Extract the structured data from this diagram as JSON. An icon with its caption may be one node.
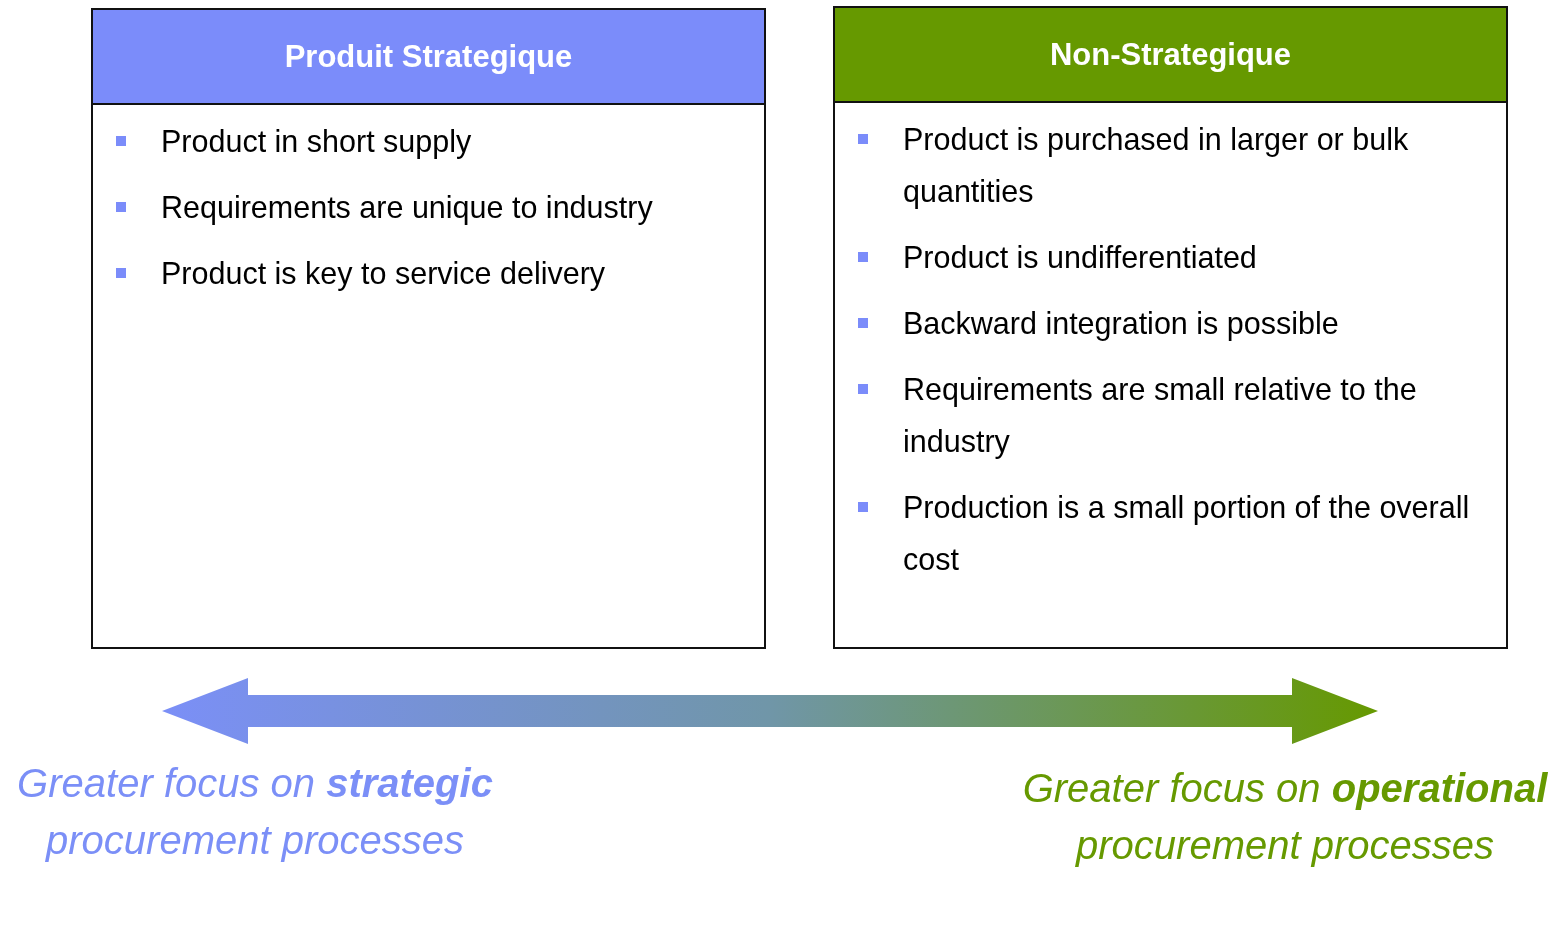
{
  "diagram": {
    "nodes": [
      {
        "text": [
          "Produit Strategique",
          "Product in short supply",
          "Requirements are unique to industry",
          "Product is key to service delivery"
        ]
      },
      {
        "text": [
          "Non-Strategique",
          "Product is purchased in larger or bulk quantities",
          "Product is undifferentiated",
          "Backward integration is possible",
          "Requirements are small relative to the industry",
          "Production is a small portion of the overall cost"
        ]
      }
    ],
    "labels": [
      "Greater focus on **strategic** procurement processes",
      "Greater focus on **operational** procurement processes"
    ]
  }
}
